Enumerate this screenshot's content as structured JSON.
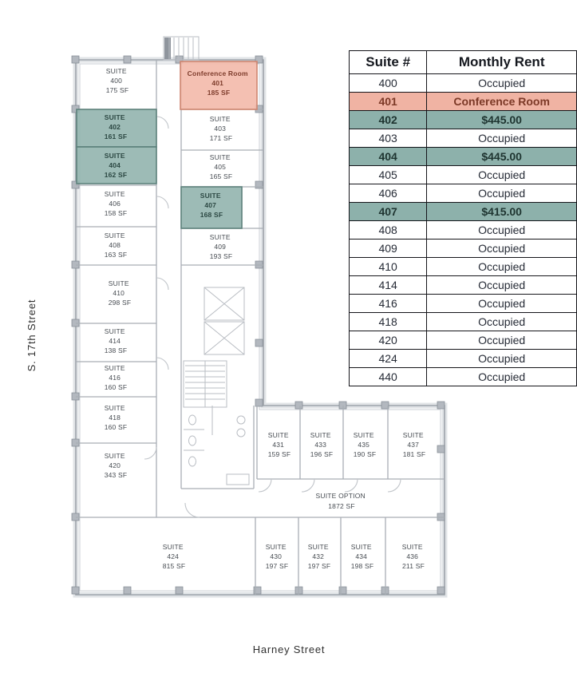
{
  "streets": {
    "left": "S. 17th Street",
    "bottom": "Harney Street"
  },
  "plan": {
    "rooms": {
      "400": {
        "l1": "SUITE",
        "l2": "400",
        "l3": "175 SF"
      },
      "401": {
        "l1": "Conference Room",
        "l2": "401",
        "l3": "185 SF"
      },
      "402": {
        "l1": "SUITE",
        "l2": "402",
        "l3": "161 SF"
      },
      "403": {
        "l1": "SUITE",
        "l2": "403",
        "l3": "171 SF"
      },
      "404": {
        "l1": "SUITE",
        "l2": "404",
        "l3": "162 SF"
      },
      "405": {
        "l1": "SUITE",
        "l2": "405",
        "l3": "165 SF"
      },
      "406": {
        "l1": "SUITE",
        "l2": "406",
        "l3": "158 SF"
      },
      "407": {
        "l1": "SUITE",
        "l2": "407",
        "l3": "168 SF"
      },
      "408": {
        "l1": "SUITE",
        "l2": "408",
        "l3": "163 SF"
      },
      "409": {
        "l1": "SUITE",
        "l2": "409",
        "l3": "193 SF"
      },
      "410": {
        "l1": "SUITE",
        "l2": "410",
        "l3": "298 SF"
      },
      "414": {
        "l1": "SUITE",
        "l2": "414",
        "l3": "138 SF"
      },
      "416": {
        "l1": "SUITE",
        "l2": "416",
        "l3": "160 SF"
      },
      "418": {
        "l1": "SUITE",
        "l2": "418",
        "l3": "160 SF"
      },
      "420": {
        "l1": "SUITE",
        "l2": "420",
        "l3": "343 SF"
      },
      "424": {
        "l1": "SUITE",
        "l2": "424",
        "l3": "815 SF"
      },
      "430": {
        "l1": "SUITE",
        "l2": "430",
        "l3": "197 SF"
      },
      "431": {
        "l1": "SUITE",
        "l2": "431",
        "l3": "159 SF"
      },
      "432": {
        "l1": "SUITE",
        "l2": "432",
        "l3": "197 SF"
      },
      "433": {
        "l1": "SUITE",
        "l2": "433",
        "l3": "196 SF"
      },
      "434": {
        "l1": "SUITE",
        "l2": "434",
        "l3": "198 SF"
      },
      "435": {
        "l1": "SUITE",
        "l2": "435",
        "l3": "190 SF"
      },
      "436": {
        "l1": "SUITE",
        "l2": "436",
        "l3": "211 SF"
      },
      "437": {
        "l1": "SUITE",
        "l2": "437",
        "l3": "181 SF"
      },
      "option": {
        "l1": "SUITE OPTION",
        "l2": "1872 SF"
      }
    }
  },
  "table": {
    "headers": {
      "suite": "Suite #",
      "rent": "Monthly Rent"
    },
    "rows": [
      {
        "suite": "400",
        "rent": "Occupied",
        "status": "occupied"
      },
      {
        "suite": "401",
        "rent": "Conference Room",
        "status": "conference"
      },
      {
        "suite": "402",
        "rent": "$445.00",
        "status": "available"
      },
      {
        "suite": "403",
        "rent": "Occupied",
        "status": "occupied"
      },
      {
        "suite": "404",
        "rent": "$445.00",
        "status": "available"
      },
      {
        "suite": "405",
        "rent": "Occupied",
        "status": "occupied"
      },
      {
        "suite": "406",
        "rent": "Occupied",
        "status": "occupied"
      },
      {
        "suite": "407",
        "rent": "$415.00",
        "status": "available"
      },
      {
        "suite": "408",
        "rent": "Occupied",
        "status": "occupied"
      },
      {
        "suite": "409",
        "rent": "Occupied",
        "status": "occupied"
      },
      {
        "suite": "410",
        "rent": "Occupied",
        "status": "occupied"
      },
      {
        "suite": "414",
        "rent": "Occupied",
        "status": "occupied"
      },
      {
        "suite": "416",
        "rent": "Occupied",
        "status": "occupied"
      },
      {
        "suite": "418",
        "rent": "Occupied",
        "status": "occupied"
      },
      {
        "suite": "420",
        "rent": "Occupied",
        "status": "occupied"
      },
      {
        "suite": "424",
        "rent": "Occupied",
        "status": "occupied"
      },
      {
        "suite": "440",
        "rent": "Occupied",
        "status": "occupied"
      }
    ]
  },
  "colors": {
    "available_fill": "#8FB3AE",
    "conference_fill": "#F0B3A3",
    "available_text": "#1E3430",
    "conference_text": "#7C3927",
    "wall_gray": "#A7ACB3",
    "table_border": "#15151A"
  }
}
